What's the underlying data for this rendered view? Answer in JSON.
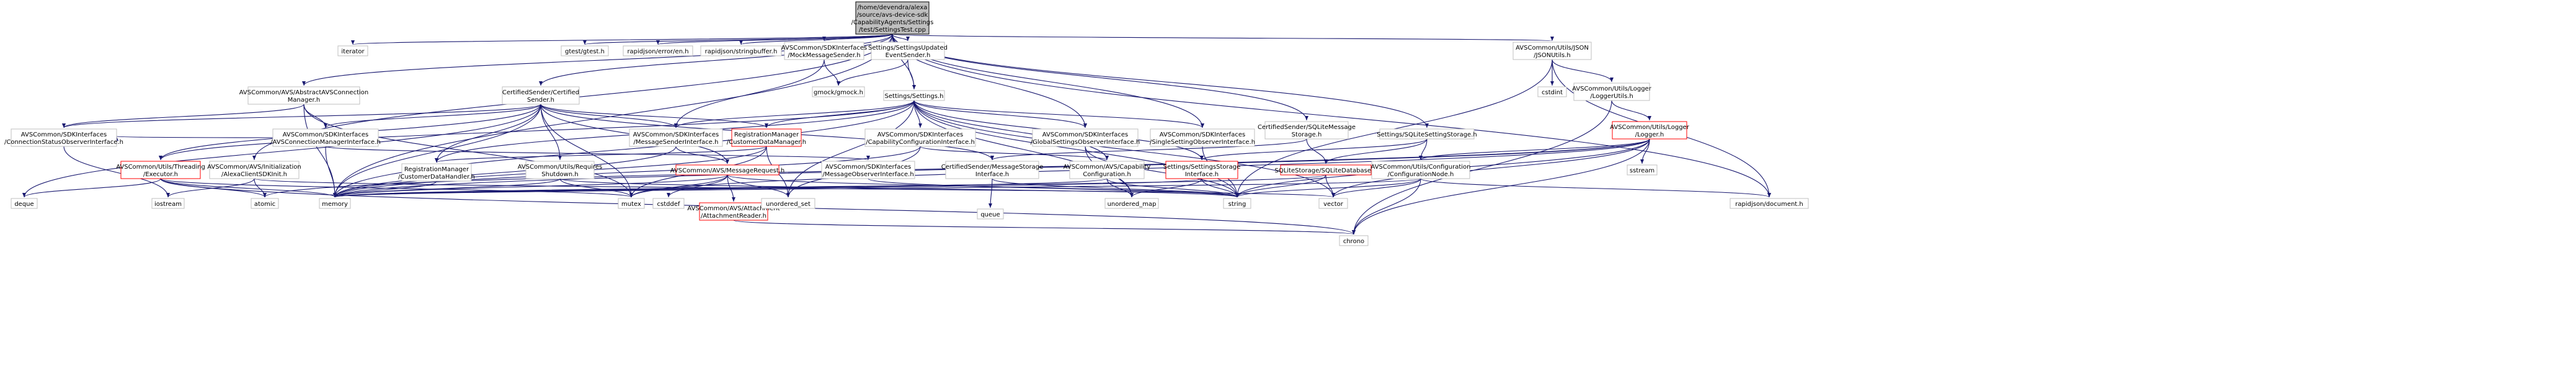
{
  "colors": {
    "edge": "#191970",
    "box_border": "#bfbfbf",
    "red_border": "#ff0000",
    "root_fill": "#bfbfbf",
    "background": "#ffffff"
  },
  "nodes": {
    "root": [
      "/home/devendra/alexa",
      "/source/avs-device-sdk",
      "/CapabilityAgents/Settings",
      "/test/SettingsTest.cpp"
    ],
    "iterator": [
      "iterator"
    ],
    "gtest": [
      "gtest/gtest.h"
    ],
    "rj_error": [
      "rapidjson/error/en.h"
    ],
    "rj_stringbuffer": [
      "rapidjson/stringbuffer.h"
    ],
    "mock_message_sender": [
      "AVSCommon/SDKInterfaces",
      "/MockMessageSender.h"
    ],
    "settings_updated": [
      "Settings/SettingsUpdated",
      "EventSender.h"
    ],
    "gmock": [
      "gmock/gmock.h"
    ],
    "json_utils": [
      "AVSCommon/Utils/JSON",
      "/JSONUtils.h"
    ],
    "cstdint": [
      "cstdint"
    ],
    "logger_utils": [
      "AVSCommon/Utils/Logger",
      "/LoggerUtils.h"
    ],
    "abstract_avs_conn": [
      "AVSCommon/AVS/AbstractAVSConnection",
      "Manager.h"
    ],
    "certified_sender": [
      "CertifiedSender/Certified",
      "Sender.h"
    ],
    "settings_h": [
      "Settings/Settings.h"
    ],
    "conn_status_observer": [
      "AVSCommon/SDKInterfaces",
      "/ConnectionStatusObserverInterface.h"
    ],
    "avs_conn_mgr_iface": [
      "AVSCommon/SDKInterfaces",
      "/AVSConnectionManagerInterface.h"
    ],
    "threading_executor": [
      "AVSCommon/Utils/Threading",
      "/Executor.h"
    ],
    "alexa_client_sdk_init": [
      "AVSCommon/AVS/Initialization",
      "/AlexaClientSDKInit.h"
    ],
    "msg_sender_iface": [
      "AVSCommon/SDKInterfaces",
      "/MessageSenderInterface.h"
    ],
    "registration_manager": [
      "RegistrationManager",
      "/CustomerDataManager.h"
    ],
    "reg_mgr_handler": [
      "RegistrationManager",
      "/CustomerDataHandler.h"
    ],
    "requires_shutdown": [
      "AVSCommon/Utils/Requires",
      "Shutdown.h"
    ],
    "message_request": [
      "AVSCommon/AVS/MessageRequest.h"
    ],
    "attachment_reader": [
      "AVSCommon/AVS/Attachment",
      "/AttachmentReader.h"
    ],
    "capability_config_iface": [
      "AVSCommon/SDKInterfaces",
      "/CapabilityConfigurationInterface.h"
    ],
    "msg_observer_iface": [
      "AVSCommon/SDKInterfaces",
      "/MessageObserverInterface.h"
    ],
    "global_settings_observer": [
      "AVSCommon/SDKInterfaces",
      "/GlobalSettingsObserverInterface.h"
    ],
    "single_setting_observer": [
      "AVSCommon/SDKInterfaces",
      "/SingleSettingObserverInterface.h"
    ],
    "certified_sender_storage": [
      "CertifiedSender/SQLiteMessage",
      "Storage.h"
    ],
    "sqlite_setting_storage": [
      "Settings/SQLiteSettingStorage.h"
    ],
    "capability_config": [
      "AVSCommon/AVS/Capability",
      "Configuration.h"
    ],
    "msg_storage_iface": [
      "CertifiedSender/MessageStorage",
      "Interface.h"
    ],
    "settings_storage_iface": [
      "Settings/SettingsStorage",
      "Interface.h"
    ],
    "sqlite_database": [
      "SQLiteStorage/SQLiteDatabase.h"
    ],
    "configuration_node": [
      "AVSCommon/Utils/Configuration",
      "/ConfigurationNode.h"
    ],
    "logger_logger": [
      "AVSCommon/Utils/Logger",
      "/Logger.h"
    ],
    "sstream": [
      "sstream"
    ],
    "deque": [
      "deque"
    ],
    "iostream": [
      "iostream"
    ],
    "atomic": [
      "atomic"
    ],
    "memory": [
      "memory"
    ],
    "mutex": [
      "mutex"
    ],
    "cstddef": [
      "cstddef"
    ],
    "unordered_set": [
      "unordered_set"
    ],
    "queue": [
      "queue"
    ],
    "unordered_map": [
      "unordered_map"
    ],
    "string": [
      "string"
    ],
    "vector": [
      "vector"
    ],
    "rj_document": [
      "rapidjson/document.h"
    ],
    "chrono": [
      "chrono"
    ]
  }
}
